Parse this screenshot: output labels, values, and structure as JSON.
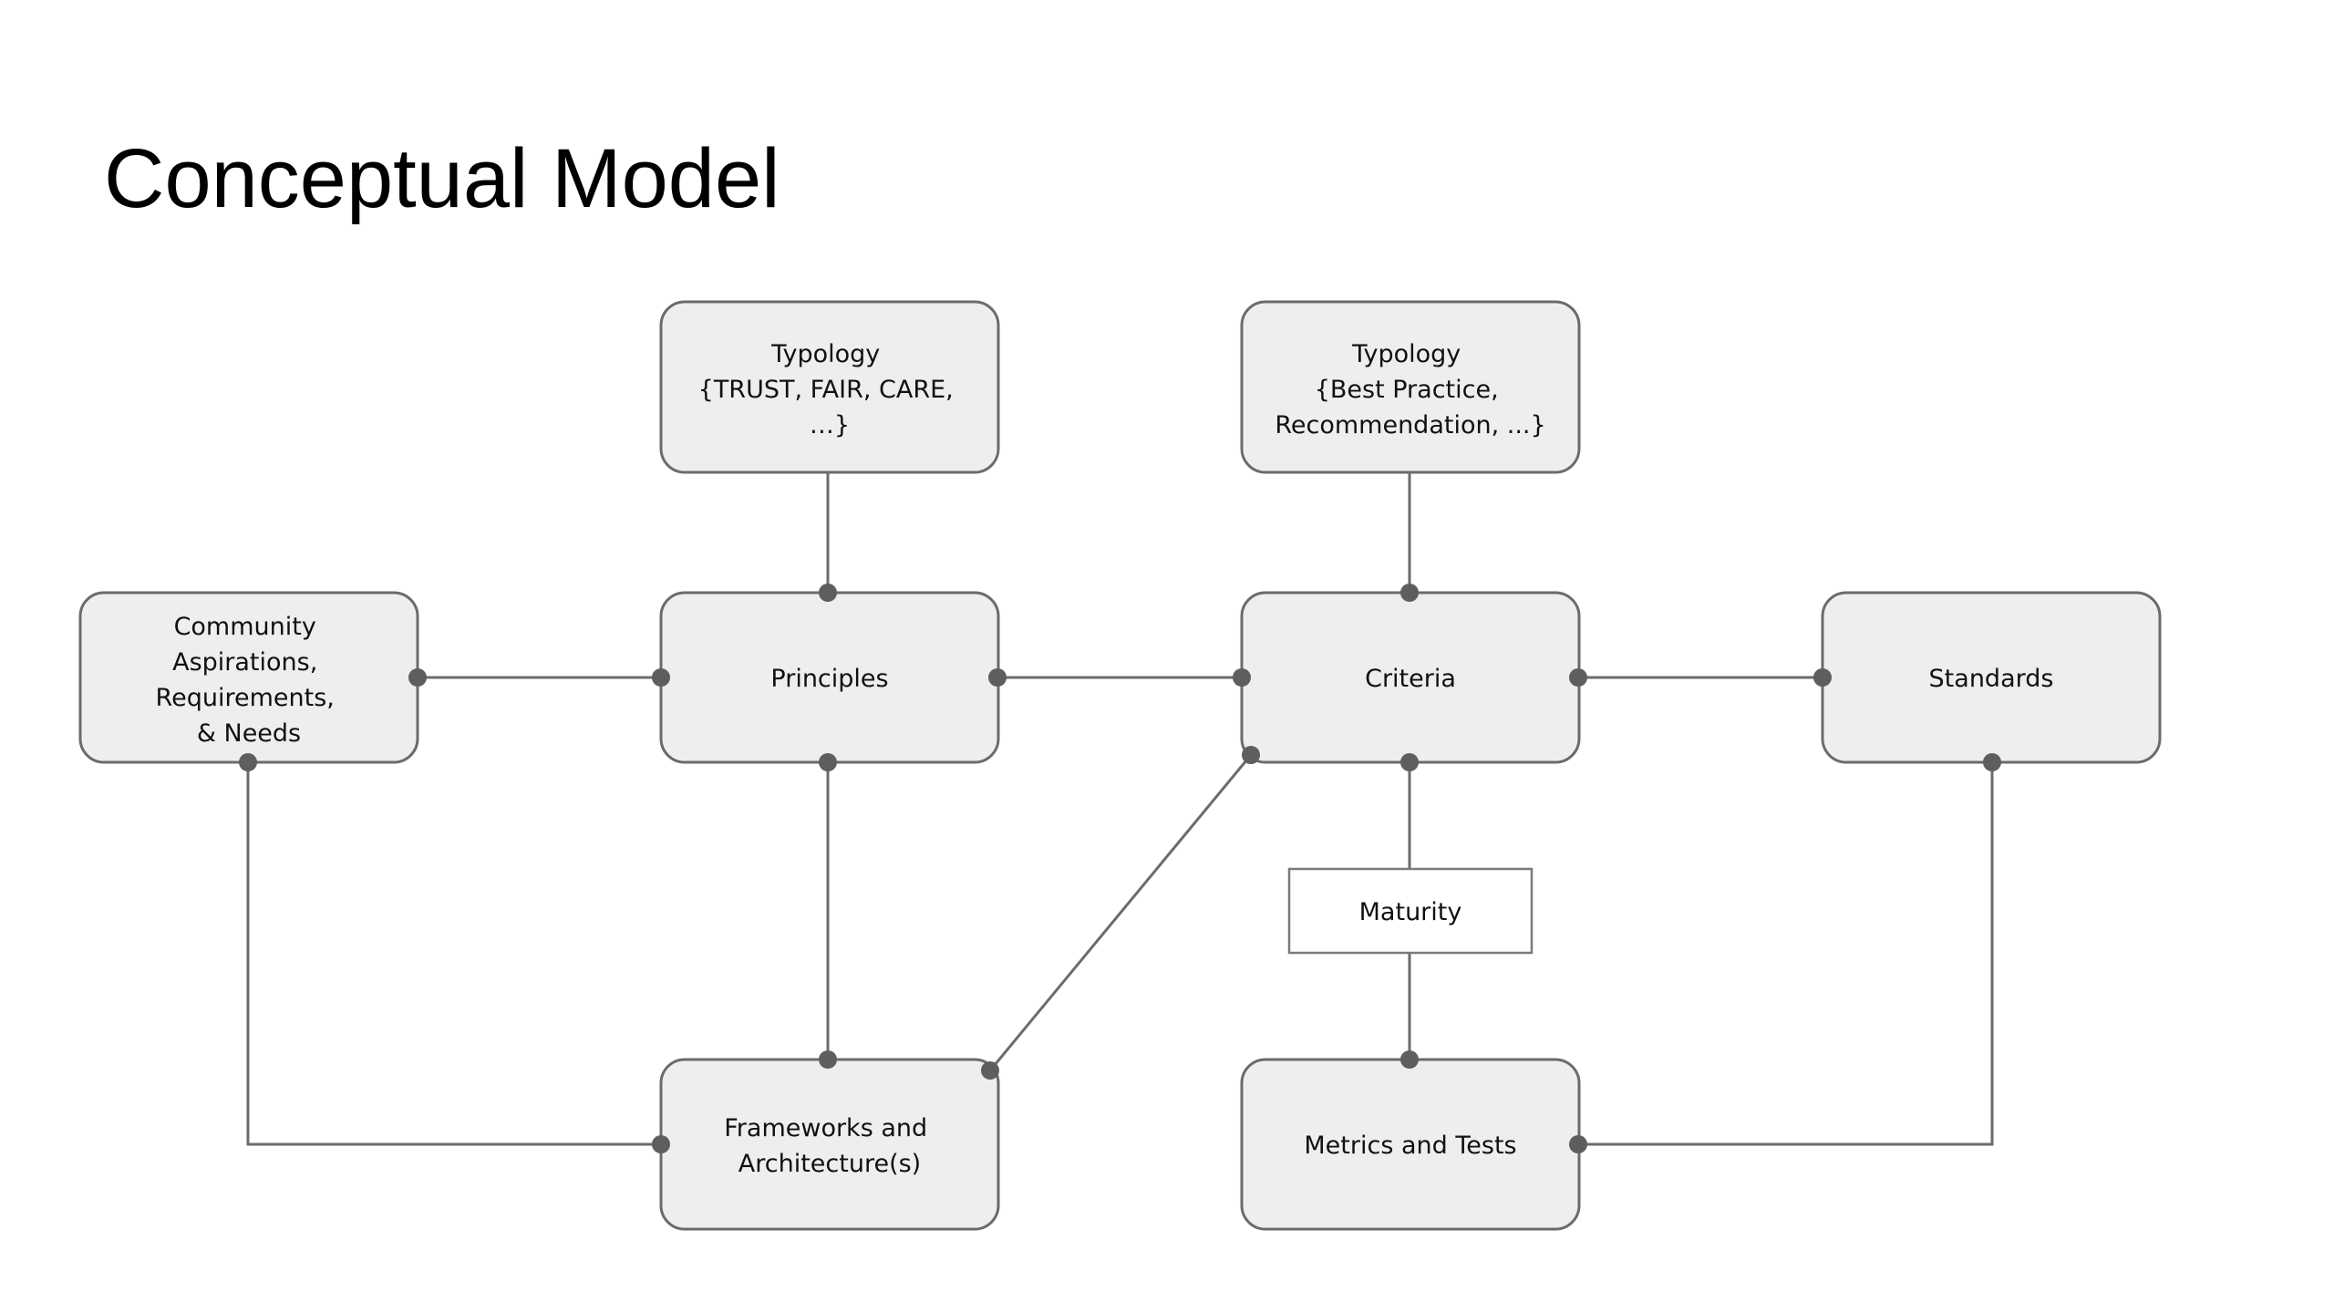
{
  "title": "Conceptual Model",
  "nodes": {
    "typology_principles": [
      "Typology",
      "{TRUST, FAIR, CARE,",
      "…}"
    ],
    "typology_criteria": [
      "Typology",
      "{Best Practice,",
      "Recommendation, ...}"
    ],
    "community": [
      "Community",
      "Aspirations,",
      "Requirements,",
      "& Needs"
    ],
    "principles": [
      "Principles"
    ],
    "criteria": [
      "Criteria"
    ],
    "standards": [
      "Standards"
    ],
    "maturity": [
      "Maturity"
    ],
    "frameworks": [
      "Frameworks and",
      "Architecture(s)"
    ],
    "metrics": [
      "Metrics and Tests"
    ]
  },
  "colors": {
    "box_fill": "#eeeeee",
    "box_stroke": "#6b6b6b",
    "connector": "#6b6b6b",
    "dot": "#5e5e5e"
  }
}
